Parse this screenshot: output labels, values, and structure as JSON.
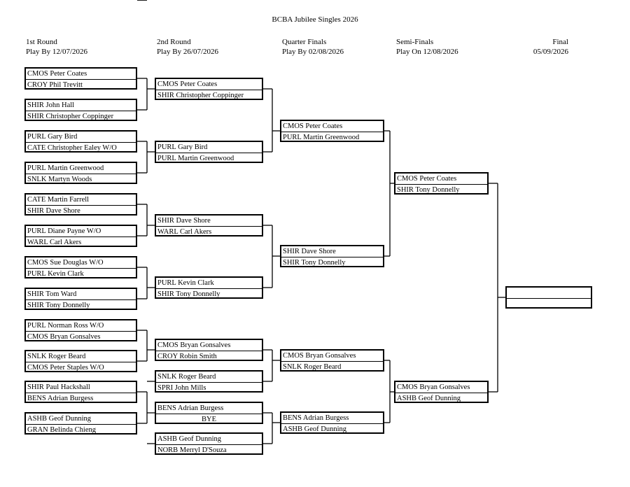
{
  "title": "BCBA Jubilee Singles 2026",
  "rounds": [
    {
      "name": "1st Round",
      "date": "Play By 12/07/2026"
    },
    {
      "name": "2nd Round",
      "date": "Play By 26/07/2026"
    },
    {
      "name": "Quarter Finals",
      "date": "Play By 02/08/2026"
    },
    {
      "name": "Semi-Finals",
      "date": "Play On 12/08/2026"
    },
    {
      "name": "Final",
      "date": "05/09/2026"
    }
  ],
  "round1": [
    [
      "CMOS Peter Coates",
      "CROY Phil Trevitt"
    ],
    [
      "SHIR John Hall",
      "SHIR Christopher Coppinger"
    ],
    [
      "PURL Gary Bird",
      "CATE Christopher Ealey W/O"
    ],
    [
      "PURL Martin Greenwood",
      "SNLK Martyn Woods"
    ],
    [
      "CATE Martin Farrell",
      "SHIR Dave Shore"
    ],
    [
      "PURL Diane Payne W/O",
      "WARL Carl Akers"
    ],
    [
      "CMOS Sue Douglas W/O",
      "PURL Kevin Clark"
    ],
    [
      "SHIR Tom Ward",
      "SHIR Tony Donnelly"
    ],
    [
      "PURL Norman Ross W/O",
      "CMOS Bryan Gonsalves"
    ],
    [
      "SNLK Roger Beard",
      "CMOS Peter Staples W/O"
    ],
    [
      "SHIR Paul Hackshall",
      "BENS Adrian Burgess"
    ],
    [
      "ASHB Geof Dunning",
      "GRAN Belinda Chieng"
    ]
  ],
  "round2": [
    [
      "CMOS Peter Coates",
      "SHIR Christopher Coppinger"
    ],
    [
      "PURL Gary Bird",
      "PURL Martin Greenwood"
    ],
    [
      "SHIR Dave Shore",
      "WARL Carl Akers"
    ],
    [
      "PURL Kevin Clark",
      "SHIR Tony Donnelly"
    ],
    [
      "CMOS Bryan Gonsalves",
      "CROY Robin Smith"
    ],
    [
      "SNLK Roger Beard",
      "SPRI John Mills"
    ],
    [
      "BENS Adrian Burgess",
      "BYE"
    ],
    [
      "ASHB Geof Dunning",
      "NORB Merryl D'Souza"
    ]
  ],
  "quarter_finals": [
    [
      "CMOS Peter Coates",
      "PURL Martin Greenwood"
    ],
    [
      "SHIR Dave Shore",
      "SHIR Tony Donnelly"
    ],
    [
      "CMOS Bryan Gonsalves",
      "SNLK Roger Beard"
    ],
    [
      "BENS Adrian Burgess",
      "ASHB Geof Dunning"
    ]
  ],
  "semi_finals": [
    [
      "CMOS Peter Coates",
      "SHIR Tony Donnelly"
    ],
    [
      "CMOS Bryan Gonsalves",
      "ASHB Geof Dunning"
    ]
  ],
  "final": [
    [
      "",
      ""
    ]
  ]
}
